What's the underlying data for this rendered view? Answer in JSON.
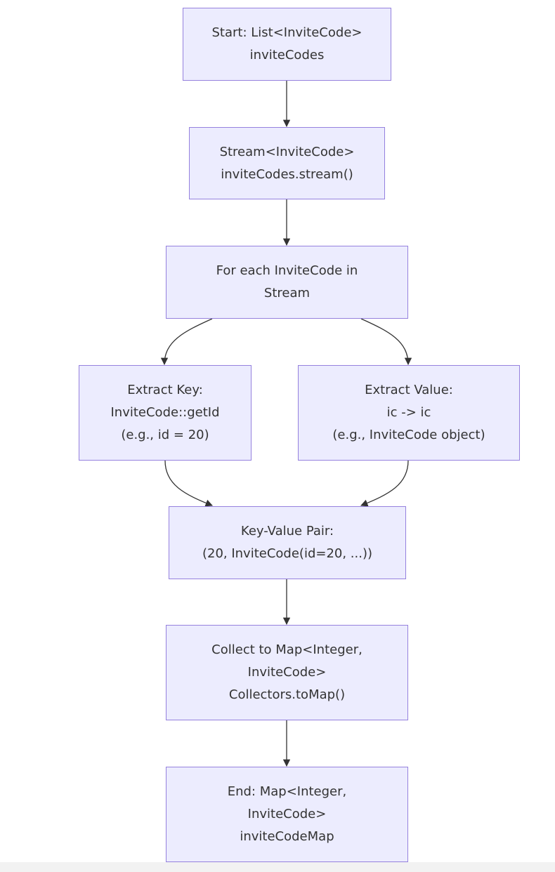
{
  "nodes": {
    "start": {
      "lines": [
        "Start: List<InviteCode>",
        "inviteCodes"
      ]
    },
    "stream": {
      "lines": [
        "Stream<InviteCode>",
        "inviteCodes.stream()"
      ]
    },
    "foreach": {
      "lines": [
        "For each InviteCode in",
        "Stream"
      ]
    },
    "key": {
      "lines": [
        "Extract Key:",
        "InviteCode::getId",
        "(e.g., id = 20)"
      ]
    },
    "value": {
      "lines": [
        "Extract Value:",
        "ic -> ic",
        "(e.g., InviteCode object)"
      ]
    },
    "pair": {
      "lines": [
        "Key-Value Pair:",
        "(20, InviteCode(id=20, ...))"
      ]
    },
    "collect": {
      "lines": [
        "Collect to Map<Integer,",
        "InviteCode>",
        "Collectors.toMap()"
      ]
    },
    "end": {
      "lines": [
        "End: Map<Integer,",
        "InviteCode>",
        "inviteCodeMap"
      ]
    }
  },
  "colors": {
    "node_fill": "#ececfe",
    "node_border": "#9581de",
    "edge": "#333333",
    "text": "#333333"
  }
}
